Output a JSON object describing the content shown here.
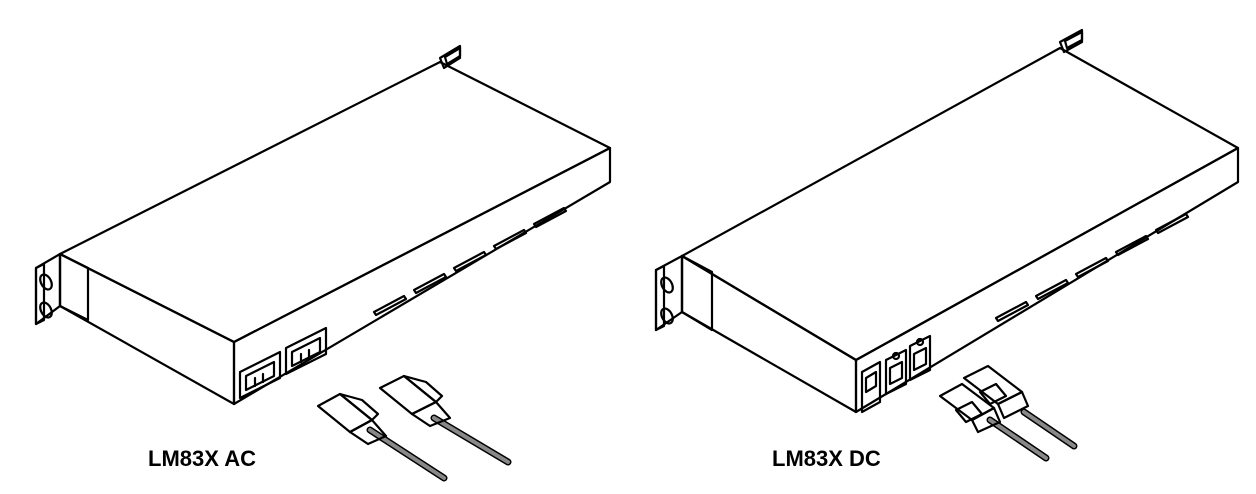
{
  "units": [
    {
      "id": "ac",
      "label": "LM83X AC",
      "power_type": "AC",
      "inlets": 2,
      "power_switch": false,
      "cable_connector": "iec-c13"
    },
    {
      "id": "dc",
      "label": "LM83X DC",
      "power_type": "DC",
      "inlets": 2,
      "power_switch": true,
      "cable_connector": "dc-terminal-plug"
    }
  ],
  "colors": {
    "outline": "#000000",
    "fill": "#ffffff",
    "side_panel": "#e6e6e6",
    "cable_shadow": "#888888"
  }
}
